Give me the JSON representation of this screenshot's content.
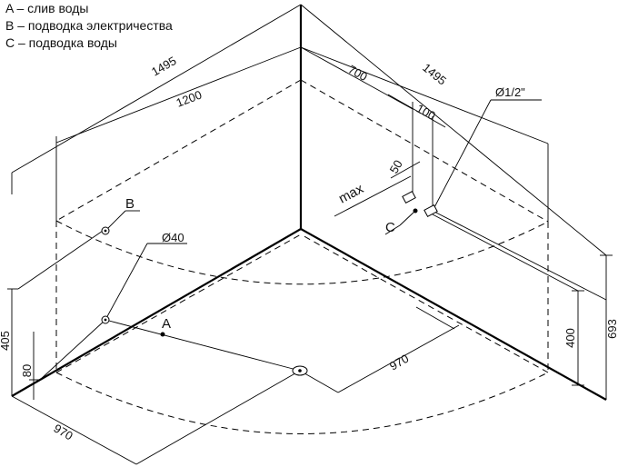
{
  "legend": {
    "a": "A – слив воды",
    "b": "B – подводка электричества",
    "c": "C – подводка воды"
  },
  "markers": {
    "a": "A",
    "b": "B",
    "c": "C"
  },
  "dimensions": {
    "top_left_width": "1495",
    "inner_left_width": "1200",
    "top_right_width": "1495",
    "right_offset": "700",
    "pipe_spacing": "100",
    "pipe_gap": "50",
    "max_label": "max",
    "pipe_diameter": "Ø1/2\"",
    "drain_diameter": "Ø40",
    "total_height": "693",
    "rim_height": "400",
    "left_height": "405",
    "drain_height": "80",
    "bottom_depth": "970",
    "front_radius": "970"
  }
}
